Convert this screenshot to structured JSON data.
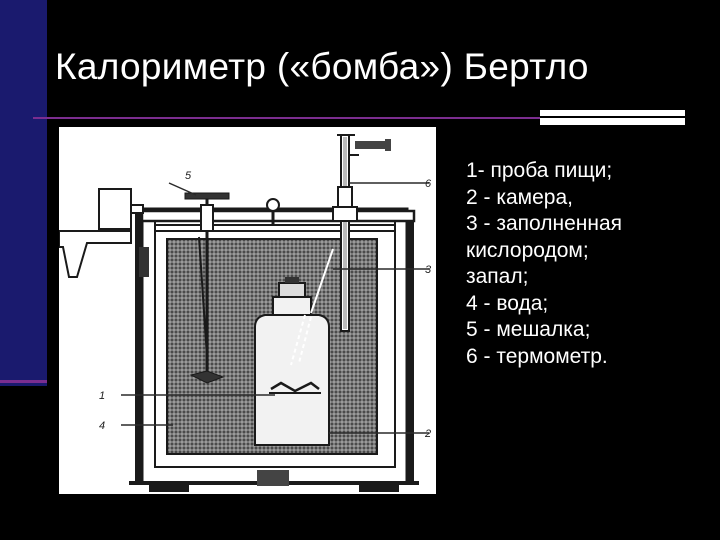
{
  "slide": {
    "title": "Калориметр («бомба») Бертло"
  },
  "figure": {
    "callouts": [
      "1",
      "2",
      "3",
      "4",
      "5",
      "6"
    ]
  },
  "legend": {
    "items": [
      "1- проба пищи;",
      "2 - камера,",
      "3 - заполненная",
      "кислородом;",
      "запал;",
      "4 - вода;",
      "5 - мешалка;",
      "6 - термометр."
    ]
  }
}
